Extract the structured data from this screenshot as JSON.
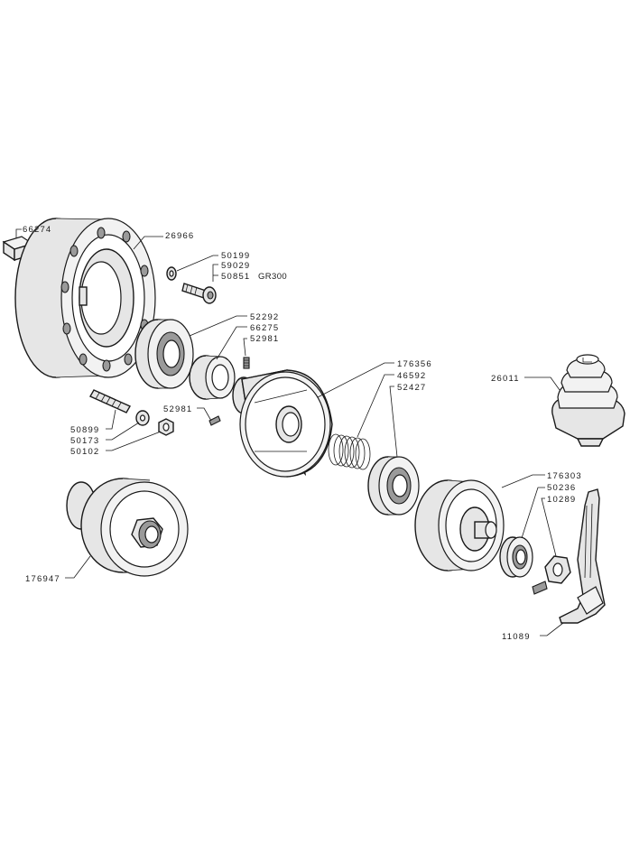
{
  "parts": [
    {
      "id": "p66274",
      "number": "66274"
    },
    {
      "id": "p26966",
      "number": "26966"
    },
    {
      "id": "p50199",
      "number": "50199"
    },
    {
      "id": "p59029",
      "number": "59029"
    },
    {
      "id": "p50851",
      "number": "50851",
      "note": "GR300"
    },
    {
      "id": "p52292",
      "number": "52292"
    },
    {
      "id": "p66275",
      "number": "66275"
    },
    {
      "id": "p52981a",
      "number": "52981"
    },
    {
      "id": "p52981b",
      "number": "52981"
    },
    {
      "id": "p50899",
      "number": "50899"
    },
    {
      "id": "p50173",
      "number": "50173"
    },
    {
      "id": "p50102",
      "number": "50102"
    },
    {
      "id": "p176356",
      "number": "176356"
    },
    {
      "id": "p46592",
      "number": "46592"
    },
    {
      "id": "p52427",
      "number": "52427"
    },
    {
      "id": "p26011",
      "number": "26011"
    },
    {
      "id": "p176303",
      "number": "176303"
    },
    {
      "id": "p50236",
      "number": "50236"
    },
    {
      "id": "p10289",
      "number": "10289"
    },
    {
      "id": "p176947",
      "number": "176947"
    },
    {
      "id": "p11089",
      "number": "11089"
    }
  ]
}
